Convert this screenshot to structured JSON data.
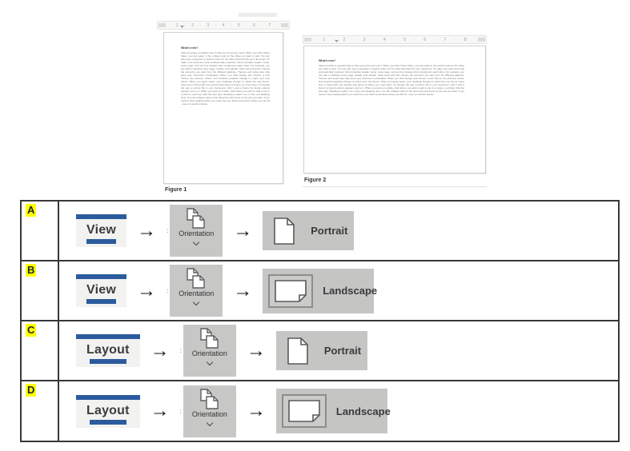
{
  "figures": [
    {
      "caption": "Figure 1",
      "orientation": "portrait",
      "ruler_marks": "1 · 2 · 3 · 4 · 5 · 6 · 7",
      "doc_heading": "What's new?",
      "doc_body": "Video provides a powerful way to help you prove your point. When you click Online Video, you can paste in the embed code for the video you want to add. You can also type a keyword to search online for the video that best fits your document. To make your document look professionally produced, Word provides header, footer, cover page, and text box designs that complement each other. For example, you can add a matching cover page, header, and sidebar. Click Insert and then choose the elements you want from the different galleries. Themes and styles also help keep your document coordinated. When you click Design and choose a new Theme, the pictures, charts, and SmartArt graphics change to match your new theme. When you apply styles, your headings change to match the new theme. Save time in Word with new buttons that show up where you need them. To change the way a picture fits in your document, click it and a button for layout options appears next to it. When you work on a table, click where you want to add a row or a column, and then click the plus sign. Reading is easier, too, in the new Reading view. You can collapse parts of the document and focus on the text you want. If you need to stop reading before you reach the end, Word remembers where you left off - even on another device."
    },
    {
      "caption": "Figure 2",
      "orientation": "landscape",
      "ruler_marks": "1 · 2 · 3 · 4 · 5 · 6 · 7 · 8",
      "doc_heading": "What's new?",
      "doc_body": "Video provides a powerful way to help you prove your point. When you click Online Video, you can paste in the embed code for the video you want to add. You can also type a keyword to search online for the video that best fits your document. To make your document look professionally produced, Word provides header, footer, cover page, and text box designs that complement each other. For example, you can add a matching cover page, header, and sidebar. Click Insert and then choose the elements you want from the different galleries. Themes and styles also help keep your document coordinated. When you click Design and choose a new Theme, the pictures, charts, and SmartArt graphics change to match your new theme. When you apply styles, your headings change to match the new theme. Save time in Word with new buttons that show up where you need them. To change the way a picture fits in your document, click it and a button for layout options appears next to it. When you work on a table, click where you want to add a row or a column, and then click the plus sign. Reading is easier, too, in the new Reading view. You can collapse parts of the document and focus on the text you want. If you need to stop reading before you reach the end, Word remembers where you left off - even on another device."
    }
  ],
  "options": [
    {
      "letter": "A",
      "tab": "View",
      "menu_fragment": ":",
      "menu": "Orientation",
      "choice": "Portrait"
    },
    {
      "letter": "B",
      "tab": "View",
      "menu_fragment": ":",
      "menu": "Orientation",
      "choice": "Landscape"
    },
    {
      "letter": "C",
      "tab": "Layout",
      "menu_fragment": ":",
      "menu": "Orientation",
      "choice": "Portrait"
    },
    {
      "letter": "D",
      "tab": "Layout",
      "menu_fragment": ":",
      "menu": "Orientation",
      "choice": "Landscape"
    }
  ],
  "arrow_glyph": "→",
  "colors": {
    "accent_blue": "#2b5b9d",
    "button_gray": "#c6c6c5",
    "highlight_yellow": "#ffff00"
  }
}
